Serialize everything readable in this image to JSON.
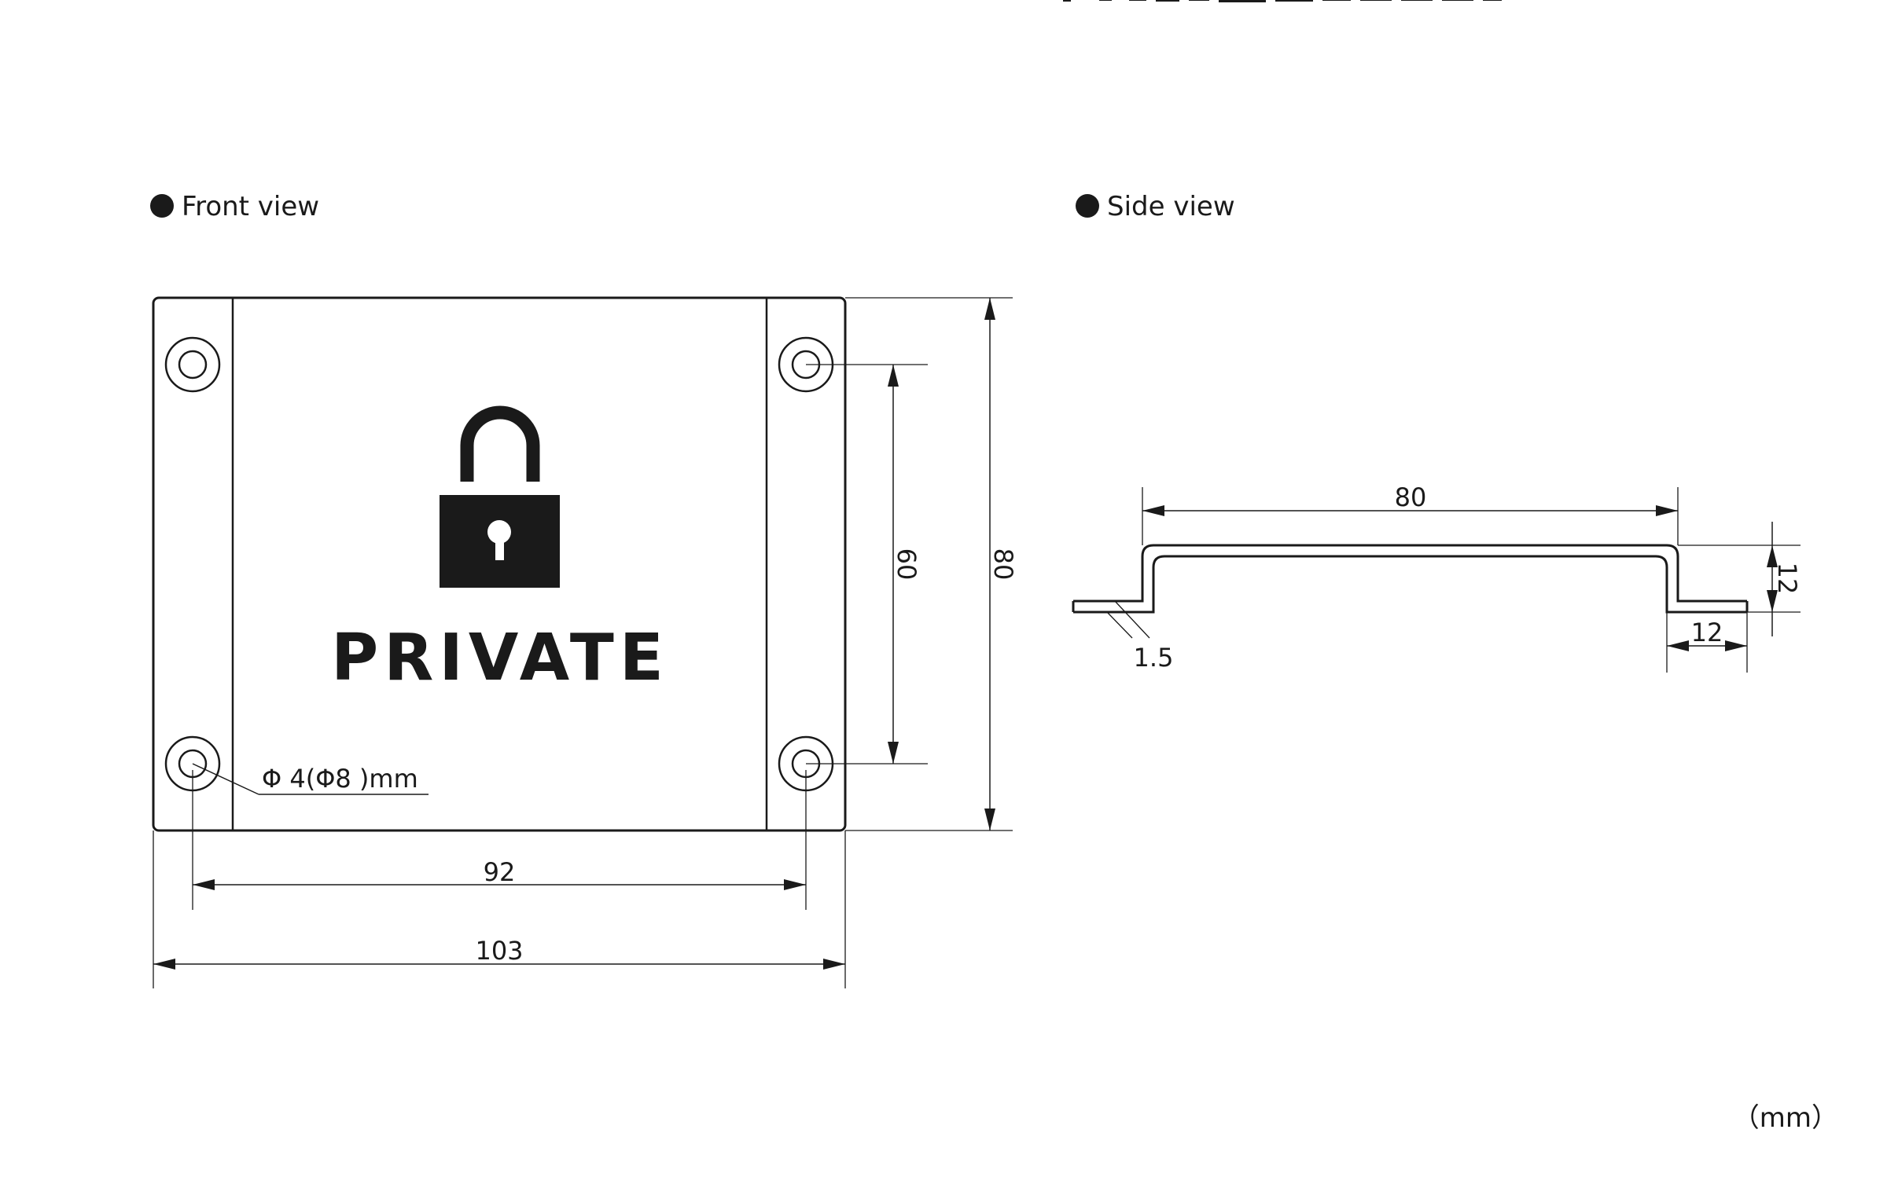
{
  "front_view": {
    "title": "Front view",
    "plate_text": "PRIVATE",
    "hole_label": "Φ 4(Φ8 )mm",
    "dims": {
      "hole_spacing_width": "92",
      "overall_width": "103",
      "hole_spacing_height": "60",
      "overall_height": "80"
    }
  },
  "side_view": {
    "title": "Side view",
    "dims": {
      "top_length": "80",
      "depth": "12",
      "flange": "12",
      "thickness": "1.5"
    }
  },
  "units": "（mm）",
  "colors": {
    "ink": "#1a1a1a",
    "paper": "#ffffff"
  }
}
